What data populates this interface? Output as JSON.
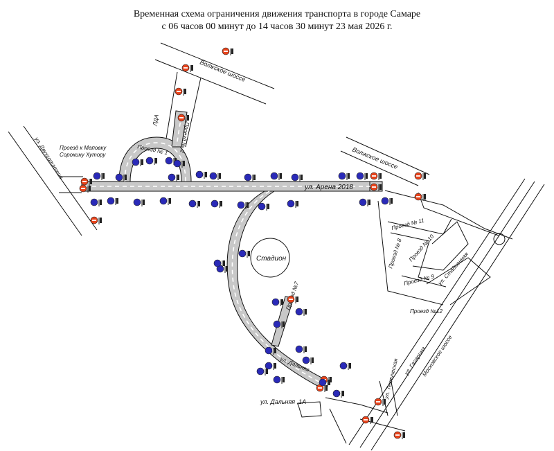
{
  "title": {
    "line1": "Временная схема ограничения движения транспорта в городе Самаре",
    "line2": "с 06 часов 00 минут до 14 часов 30 минут 23 мая 2026 г."
  },
  "streets": {
    "volzhskoe_top": "Волжское шоссе",
    "volzhskoe_right": "Волжское шоссе",
    "proezd_mapovu": "Проезд к Маповку",
    "sorokin_khutor": "Сорокину Хутору",
    "dvukhsotletia": "ул. Двухсотлетия",
    "proezd_1": "Проезд № 1",
    "ul_arena": "ул. Арена 2018",
    "proezd_2": "Проезд № 2",
    "proezd_pr7": "Проезд №7",
    "stadion": "Стадион",
    "proezd_11": "Проезд № 11",
    "proezd_8": "Проезд № 8",
    "proezd_10": "Проезд № 10",
    "proezd_9": "Проезд № 9",
    "ul_stadion": "ул. Стадионная",
    "proezd_12": "Проезд №12",
    "moskovskoe": "Московское шоссе",
    "ul_tekhnich": "ул. Техническая",
    "ul_dalnyaya": "ул. Дальняя",
    "ul_dalnyaya_1a": "ул. Дальняя ,1А",
    "ul_gagarina": "ул. Гагарина",
    "lda": "ЛДА"
  },
  "legend_colors": {
    "closed_road": "#c8c8c8",
    "no_entry_sign": "#e8431b",
    "no_parking_sign": "#2a2ab8",
    "road_line": "#111111"
  }
}
